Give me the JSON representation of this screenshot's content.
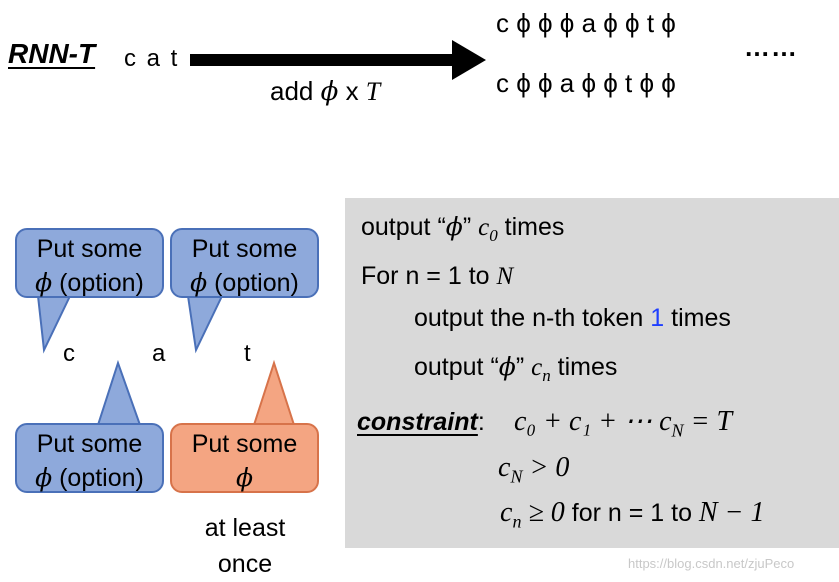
{
  "top": {
    "title": "RNN-T",
    "input": "c a t",
    "arrow_label_prefix": "add ",
    "arrow_label_phi": "ϕ",
    "arrow_label_mid": " x ",
    "arrow_label_T": "T",
    "outputs": [
      "c ϕ ϕ ϕ a ϕ ϕ t ϕ",
      "c ϕ ϕ a ϕ ϕ t ϕ ϕ"
    ],
    "ellipsis": "……"
  },
  "bubbles": [
    {
      "line1": "Put some",
      "line2_phi": "ϕ",
      "line2_rest": "  (option)",
      "color": "#8ea9db"
    },
    {
      "line1": "Put some",
      "line2_phi": "ϕ",
      "line2_rest": "  (option)",
      "color": "#8ea9db"
    },
    {
      "line1": "Put some",
      "line2_phi": "ϕ",
      "line2_rest": "  (option)",
      "color": "#8ea9db"
    },
    {
      "line1": "Put some",
      "line2_phi": "ϕ",
      "line2_rest": "",
      "color": "#f4a582"
    }
  ],
  "letters": [
    "c",
    "a",
    "t"
  ],
  "at_least_once": "at least once",
  "algorithm": {
    "line1_pre": "output “",
    "line1_phi": "ϕ",
    "line1_mid": "” ",
    "line1_var": "c",
    "line1_sub": "0",
    "line1_post": " times",
    "line2_pre": "For n = 1 to ",
    "line2_var": "N",
    "line3_pre": "output the n-th token ",
    "line3_num": "1",
    "line3_post": " times",
    "line4_pre": "output “",
    "line4_phi": "ϕ",
    "line4_mid": "” ",
    "line4_var": "c",
    "line4_sub": "n",
    "line4_post": " times",
    "constraint_label": "constraint",
    "constraint_colon": ":",
    "eq1": "c₀ + c₁ + ⋯ c",
    "eq1_sub": "N",
    "eq1_post": " = T",
    "eq2": "c",
    "eq2_sub": "N",
    "eq2_post": " > 0",
    "eq3": "c",
    "eq3_sub": "n",
    "eq3_post": " ≥ 0",
    "eq3_text": "  for n = 1 to ",
    "eq3_end": "N − 1"
  },
  "watermark": "https://blog.csdn.net/zjuPeco",
  "colors": {
    "panel": "#d9d9d9",
    "blue_box": "#8ea9db",
    "orange_box": "#f4a582",
    "token_highlight": "#1f3fff"
  }
}
